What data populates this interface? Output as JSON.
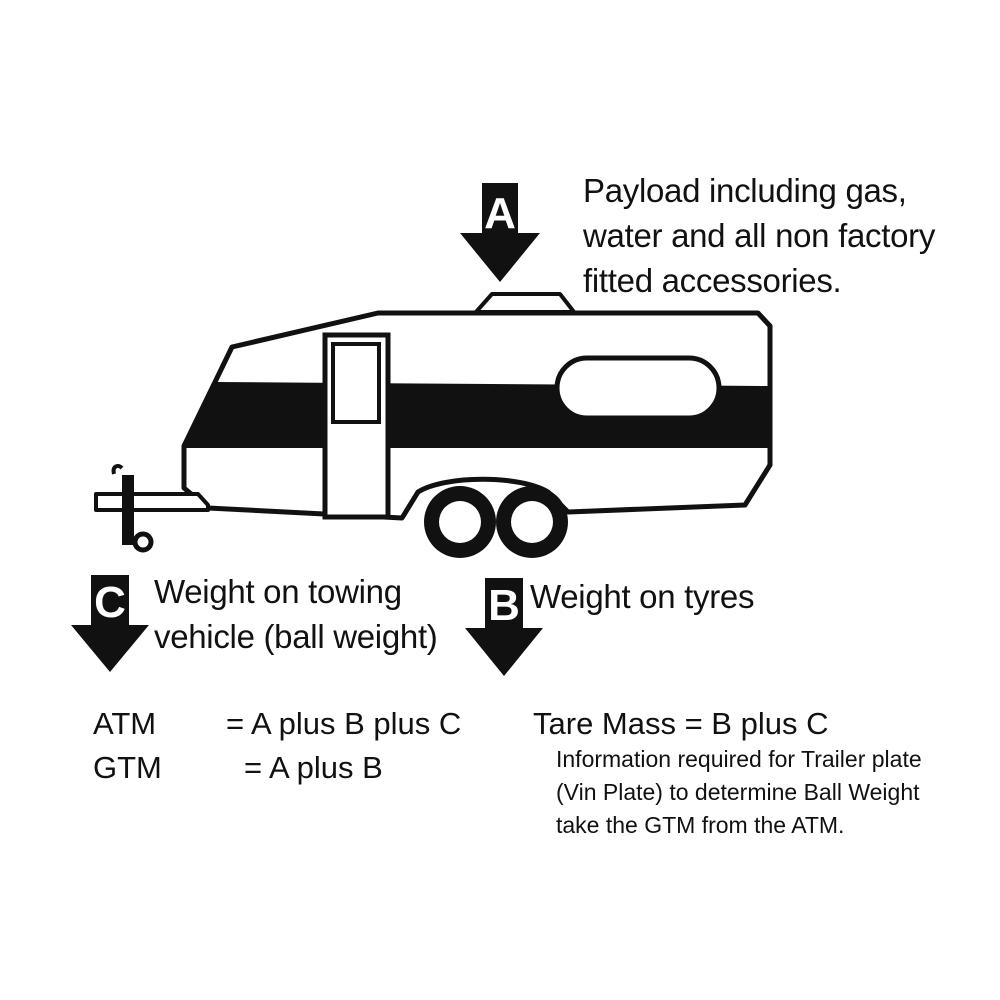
{
  "arrows": {
    "a": {
      "letter": "A"
    },
    "b": {
      "letter": "B"
    },
    "c": {
      "letter": "C"
    }
  },
  "labels": {
    "payload": [
      "Payload including gas,",
      "water and all non factory",
      "fitted accessories."
    ],
    "towing": [
      "Weight on towing",
      "vehicle (ball weight)"
    ],
    "tyres": "Weight on tyres"
  },
  "formulas": {
    "atm_label": "ATM",
    "atm_expr": "= A plus B plus C",
    "gtm_label": "GTM",
    "gtm_expr": "= A plus B",
    "tare": "Tare Mass = B plus C"
  },
  "info": [
    "Information required for Trailer plate",
    "(Vin Plate) to determine Ball Weight",
    "take the GTM from the ATM."
  ],
  "colors": {
    "ink": "#111111",
    "background": "#ffffff"
  }
}
